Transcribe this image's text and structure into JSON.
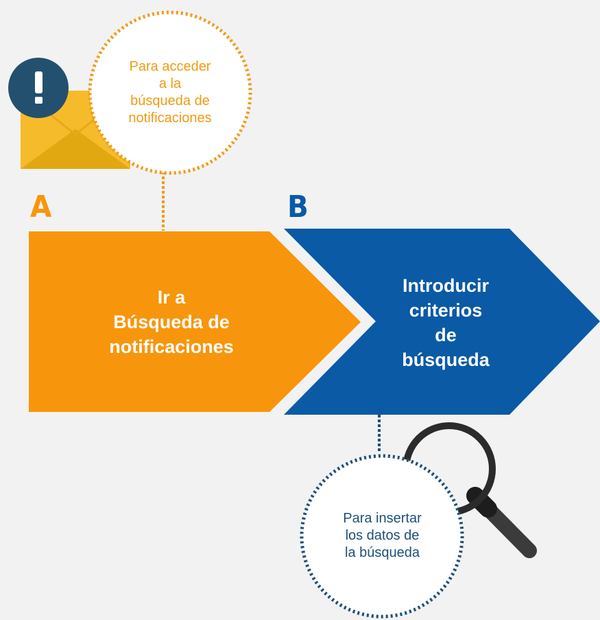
{
  "colors": {
    "background": "#f2f2f2",
    "step_a": "#f7960c",
    "step_b": "#0a5aa5",
    "bubble_a_border": "#f29a12",
    "bubble_b_border": "#1f4f78",
    "bubble_a_text": "#f29a12",
    "bubble_b_text": "#1f4f78"
  },
  "step_a": {
    "letter": "A",
    "label": "Ir a\nBúsqueda de\nnotificaciones",
    "bubble": "Para acceder\na la\nbúsqueda de\nnotificaciones",
    "icon": "envelope-alert-icon"
  },
  "step_b": {
    "letter": "B",
    "label": "Introducir\ncriterios\nde\nbúsqueda",
    "bubble": "Para insertar\nlos datos de\nla búsqueda",
    "icon": "magnifying-glass-icon"
  }
}
